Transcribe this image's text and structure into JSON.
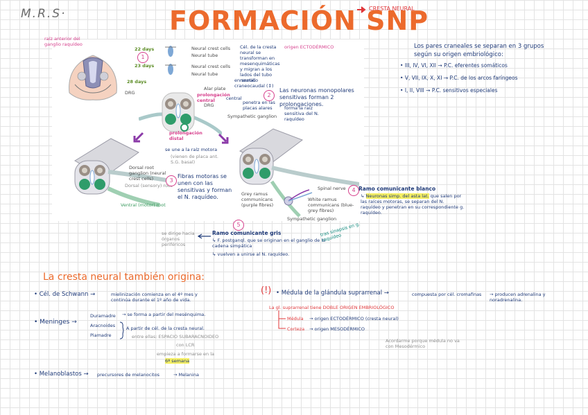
{
  "header": {
    "initials": "M.R.S·",
    "title": "FORMACIÓN SNP",
    "arrow_label": "CRESTA NEURAL"
  },
  "figure": {
    "side_label": "raíz anterior del ganglio raquídeo",
    "days_1": "22 days",
    "days_2": "23 days",
    "days_3": "28 days",
    "step_1": "1",
    "legend_crest_1": "Neural crest cells",
    "legend_tube_1": "Neural tube",
    "legend_crest_2": "Neural crest cells",
    "legend_tube_2": "Neural tube",
    "crest_note": "Cél. de la cresta neural se transforman en mesenquimáticas y migran a los lados del tubo neural.",
    "crest_note_sense": "en sentido craneocaudal (↕)",
    "origin": "origen ECTODÉRMICO",
    "label_drg_1": "DRG",
    "label_alar": "Alar plate",
    "label_prolong_central": "prolongación central",
    "label_drg_2": "DRG",
    "label_central": "central",
    "label_penetra": "penetra en las placas alares",
    "label_forma_raiz": "forma la raíz sensitiva del N. raquídeo",
    "label_symp": "Sympathetic ganglion",
    "label_prolong_distal": "prolongación distal",
    "label_se_une": "se une a la raíz motora",
    "label_vienen": "(vienen de placa ant. S.G. basal)",
    "step_2": "2",
    "neurons_note": "Las neuronas monopolares sensitivas forman 2 prolongaciones.",
    "label_drg_crest": "Dorsal root ganglion (neural crest cells)",
    "label_dorsal_root": "Dorsal (sensory) root",
    "label_ventral_root": "Ventral (motor) root",
    "step_3": "3",
    "motor_note": "Fibras motoras se unen con las sensitivas y forman el N. raquídeo.",
    "label_grey_ramus": "Grey ramus communicans (purple fibres)",
    "label_white_ramus": "White ramus communicans (blue-grey fibres)",
    "label_spinal_nerve": "Spinal nerve",
    "label_symp_2": "Sympathetic ganglion",
    "step_4": "4",
    "step_5": "5"
  },
  "cranial": {
    "intro": "Los pares craneales se separan en 3 grupos según su origen embriológico:",
    "groups": [
      {
        "pairs": "III, IV, VI, XII",
        "target": "P.C. eferentes somáticos"
      },
      {
        "pairs": "V, VII, IX, X, XI",
        "target": "P.C. de los arcos faríngeos"
      },
      {
        "pairs": "I, II, VIII",
        "target": "P.C. sensitivos especiales"
      }
    ]
  },
  "white_ramus": {
    "title": "Ramo comunicante blanco",
    "line1_a": "Neuronas simp. del asta lat.",
    "line1_b": " que salen por las raíces motoras, se separan del N. raquídeo y penetran en su correspondiente g. raquídeo."
  },
  "grey_ramus": {
    "title": "Ramo comunicante gris",
    "left_note": "se dirige hacia órganos periféricos",
    "line1": "F. postganql. que se originan en el ganglio de la cadena simpática",
    "line2": "vuelven a unirse al N. raquídeo.",
    "synapse_note": "tras sinapsis en g. raquídeo"
  },
  "section2": {
    "title": "La cresta neural también origina:",
    "schwann_label": "Cél. de Schwann",
    "schwann_text": "mielinización comienza en el 4º mes y continúa durante el 1º año de vida.",
    "meninges_label": "Meninges",
    "dura": "Duramadre",
    "dura_text": "se forma a partir del mesénquima.",
    "arac": "Aracnoides",
    "pia": "Piamadre",
    "arac_pia_text": "A partir de cél. de la cresta neural.",
    "entre": "entre ellas: ESPACIO SUBARACNOIDEO",
    "lcr": "con LCR",
    "empieza": "empieza a formarse en la",
    "semana": "6ª semana",
    "melano_label": "Melanoblastos",
    "melano_text": "precursores de melanocitos",
    "melanina": "Melanina"
  },
  "medula": {
    "warn": "(!)",
    "title": "Médula de la glándula suprarrenal",
    "compuesta": "compuesta por cél. cromafinas",
    "producen": "producen adrenalina y noradrenalina.",
    "origen_doble": "La gl. suprarrenal tiene DOBLE ORIGEN EMBRIOLÓGICO",
    "medula_lbl": "Médula",
    "medula_origin": "origen ECTODÉRMICO (cresta neural)",
    "corteza_lbl": "Corteza",
    "corteza_origin": "origen MESODÉRMICO",
    "recordar": "Acordarme porque médula no va con Mesodérmico"
  }
}
